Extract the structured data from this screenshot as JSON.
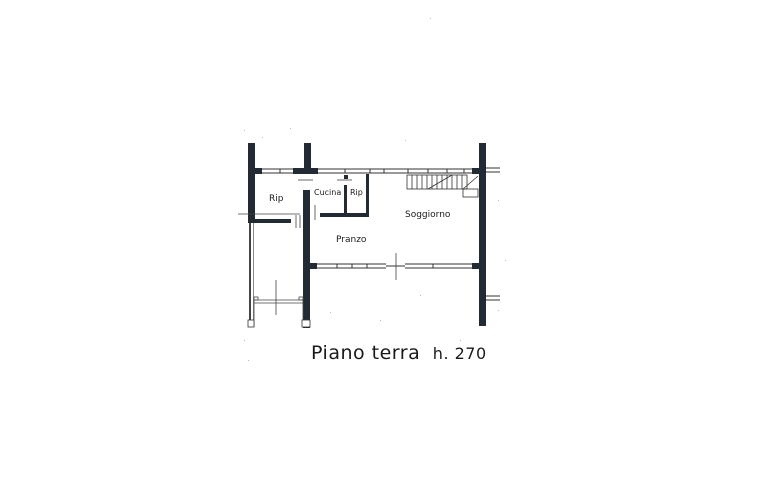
{
  "plan": {
    "title": "Piano terra h. 270",
    "title_parts": {
      "floor": "Piano terra",
      "height": "h. 270"
    },
    "rooms": [
      {
        "name": "Rip",
        "id": "rip-left"
      },
      {
        "name": "Cucina",
        "id": "cucina"
      },
      {
        "name": "Rip",
        "id": "rip-small"
      },
      {
        "name": "Soggiorno",
        "id": "soggiorno"
      },
      {
        "name": "Pranzo",
        "id": "pranzo"
      }
    ],
    "colors": {
      "wall": "#222a33",
      "line": "#333333",
      "background": "#ffffff"
    }
  }
}
